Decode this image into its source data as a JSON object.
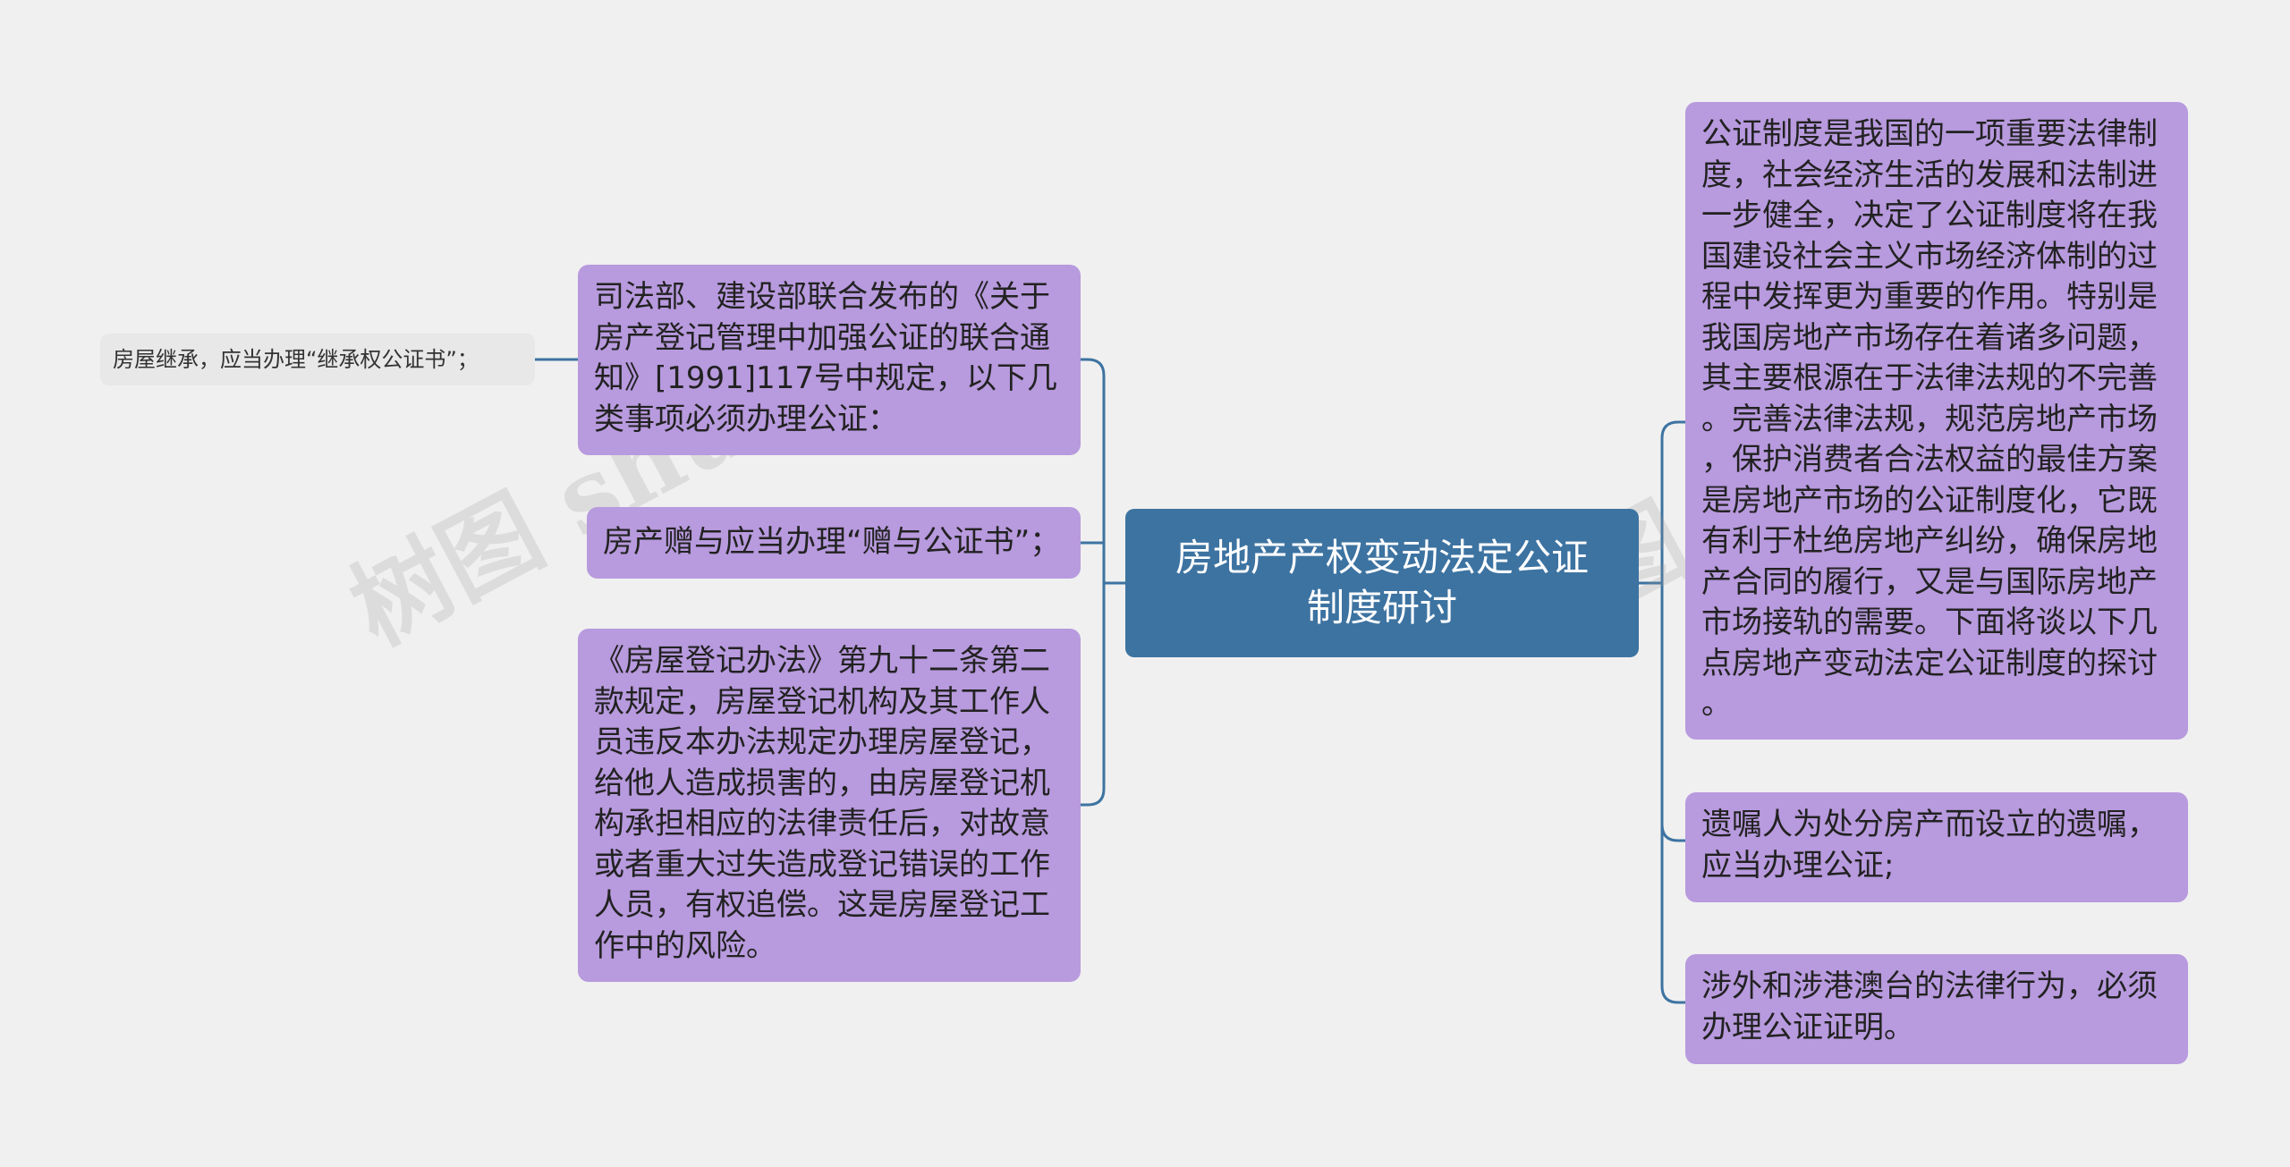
{
  "root": {
    "text": "房地产产权变动法定公证\n制度研讨"
  },
  "left": {
    "node1": {
      "text": "司法部、建设部联合发布的《关于\n房产登记管理中加强公证的联合通\n知》[1991]117号中规定，以下几\n类事项必须办理公证：",
      "child": "房屋继承，应当办理“继承权公证书”；"
    },
    "node2": {
      "text": "房产赠与应当办理“赠与公证书”；"
    },
    "node3": {
      "text": "《房屋登记办法》第九十二条第二\n款规定，房屋登记机构及其工作人\n员违反本办法规定办理房屋登记，\n给他人造成损害的，由房屋登记机\n构承担相应的法律责任后，对故意\n或者重大过失造成登记错误的工作\n人员，有权追偿。这是房屋登记工\n作中的风险。"
    }
  },
  "right": {
    "node1": {
      "text": "公证制度是我国的一项重要法律制\n度，社会经济生活的发展和法制进\n一步健全，决定了公证制度将在我\n国建设社会主义市场经济体制的过\n程中发挥更为重要的作用。特别是\n我国房地产市场存在着诸多问题，\n其主要根源在于法律法规的不完善\n。完善法律法规，规范房地产市场\n，保护消费者合法权益的最佳方案\n是房地产市场的公证制度化，它既\n有利于杜绝房地产纠纷，确保房地\n产合同的履行，又是与国际房地产\n市场接轨的需要。下面将谈以下几\n点房地产变动法定公证制度的探讨\n。"
    },
    "node2": {
      "text": "遗嘱人为处分房产而设立的遗嘱，\n应当办理公证;"
    },
    "node3": {
      "text": "涉外和涉港澳台的法律行为，必须\n办理公证证明。"
    }
  },
  "watermarks": [
    "树图 shutu.cn",
    "树图 shutu.cn"
  ],
  "colors": {
    "background": "#f0f0f0",
    "root_fill": "#3d73a1",
    "node_fill": "#b89ade",
    "plain_fill": "#e8e8e8",
    "connector": "#3d73a1"
  }
}
